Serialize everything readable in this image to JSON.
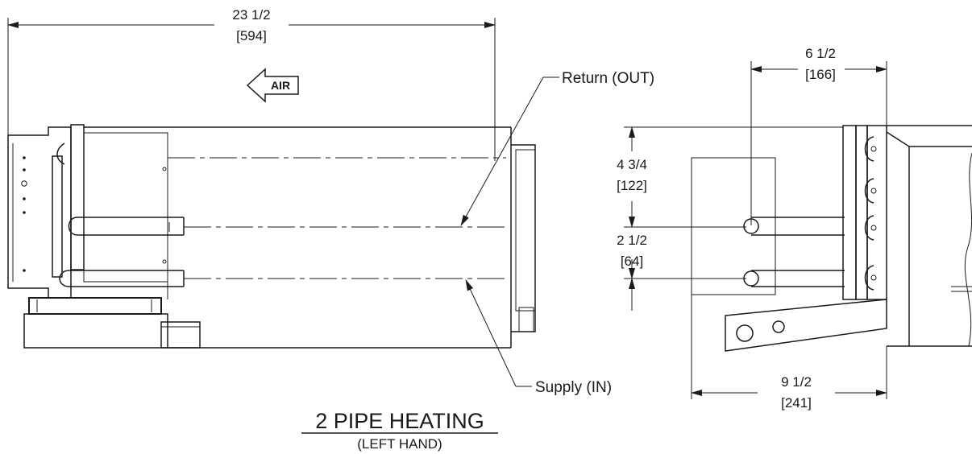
{
  "dimensions": {
    "overall_length": {
      "imperial": "23 1/2",
      "metric": "[594]"
    },
    "pipe_offset": {
      "imperial": "6 1/2",
      "metric": "[166]"
    },
    "top_to_return": {
      "imperial": "4 3/4",
      "metric": "[122]"
    },
    "pipe_spacing": {
      "imperial": "2 1/2",
      "metric": "[64]"
    },
    "overall_depth": {
      "imperial": "9 1/2",
      "metric": "[241]"
    }
  },
  "airflow_label": "AIR",
  "callouts": {
    "return": "Return (OUT)",
    "supply": "Supply (IN)"
  },
  "title": "2 PIPE HEATING",
  "subtitle": "(LEFT HAND)"
}
